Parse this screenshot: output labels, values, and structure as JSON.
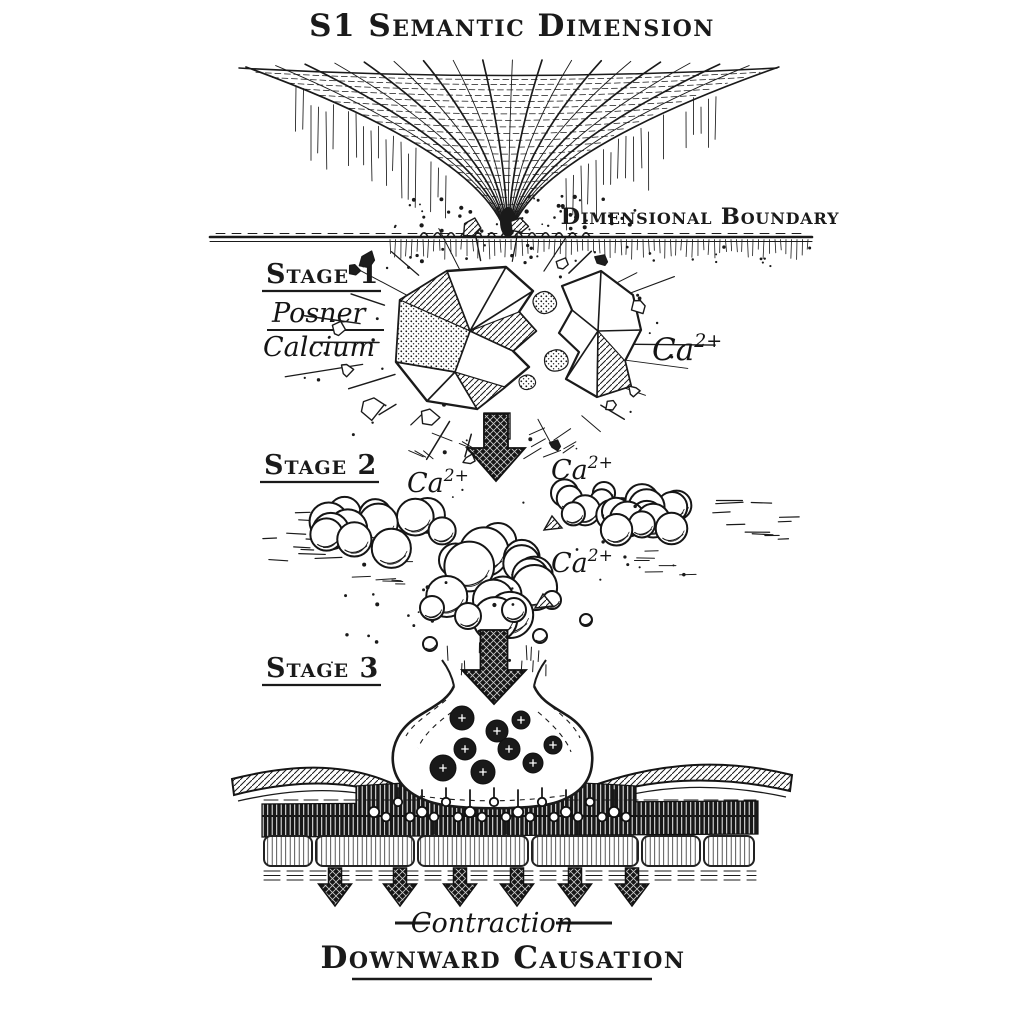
{
  "colors": {
    "ink": "#1a1a1a",
    "background": "#ffffff"
  },
  "header": {
    "title": "S1 Semantic Dimension"
  },
  "boundary": {
    "label": "Dimensional Boundary"
  },
  "stage1": {
    "label": "Stage 1",
    "material_line1": "Posner",
    "material_line2": "Calcium",
    "ion": {
      "base": "Ca",
      "sup": "2+"
    }
  },
  "stage2": {
    "label": "Stage 2",
    "ion_left": {
      "base": "Ca",
      "sup": "2+"
    },
    "ion_right": {
      "base": "Ca",
      "sup": "2+"
    },
    "ion_center": {
      "base": "Ca",
      "sup": "2+"
    }
  },
  "stage3": {
    "label": "Stage 3"
  },
  "footer": {
    "contraction": "Contraction",
    "caption": "Downward Causation"
  }
}
